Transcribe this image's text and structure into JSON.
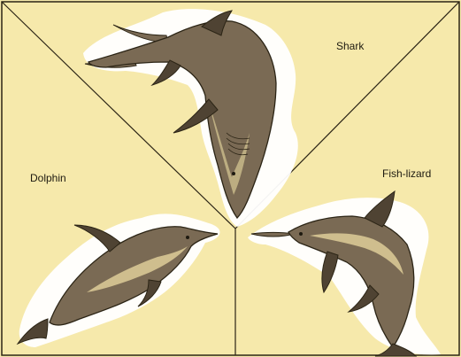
{
  "colors": {
    "background": "#f6e9ab",
    "frame": "#2b2415",
    "animal_body": "#7a6a54",
    "animal_dark": "#4f4333",
    "animal_light": "#f3e3a6",
    "splash": "#ffffff"
  },
  "labels": {
    "shark": "Shark",
    "dolphin": "Dolphin",
    "fish_lizard": "Fish-lizard"
  },
  "illustrations": [
    {
      "id": "shark",
      "icon": "shark-illustration"
    },
    {
      "id": "dolphin",
      "icon": "dolphin-illustration"
    },
    {
      "id": "fish_lizard",
      "icon": "ichthyosaur-illustration"
    }
  ]
}
